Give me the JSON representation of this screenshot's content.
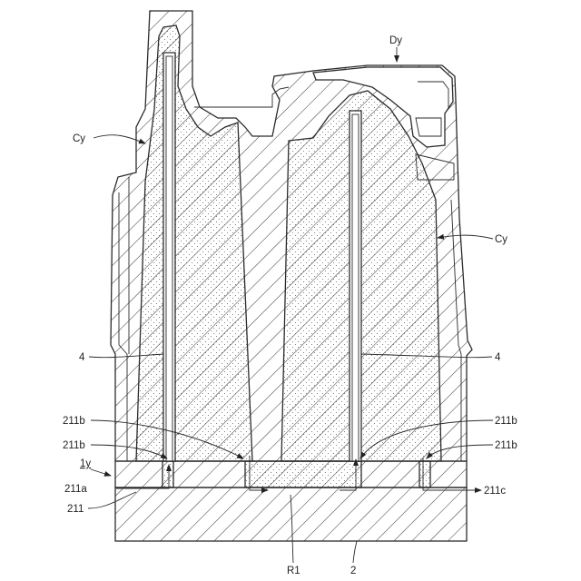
{
  "labels": {
    "dy": "Dy",
    "cy_left": "Cy",
    "cy_right": "Cy",
    "four_left": "4",
    "four_right": "4",
    "b_upper_left": "211b",
    "b_lower_left": "211b",
    "b_upper_right": "211b",
    "b_lower_right": "211b",
    "a_left": "211a",
    "c_right": "211c",
    "sub": "211",
    "one_y": "1y",
    "r1": "R1",
    "two": "2"
  },
  "colors": {
    "line": "#2b2b2b",
    "background": "#ffffff"
  }
}
